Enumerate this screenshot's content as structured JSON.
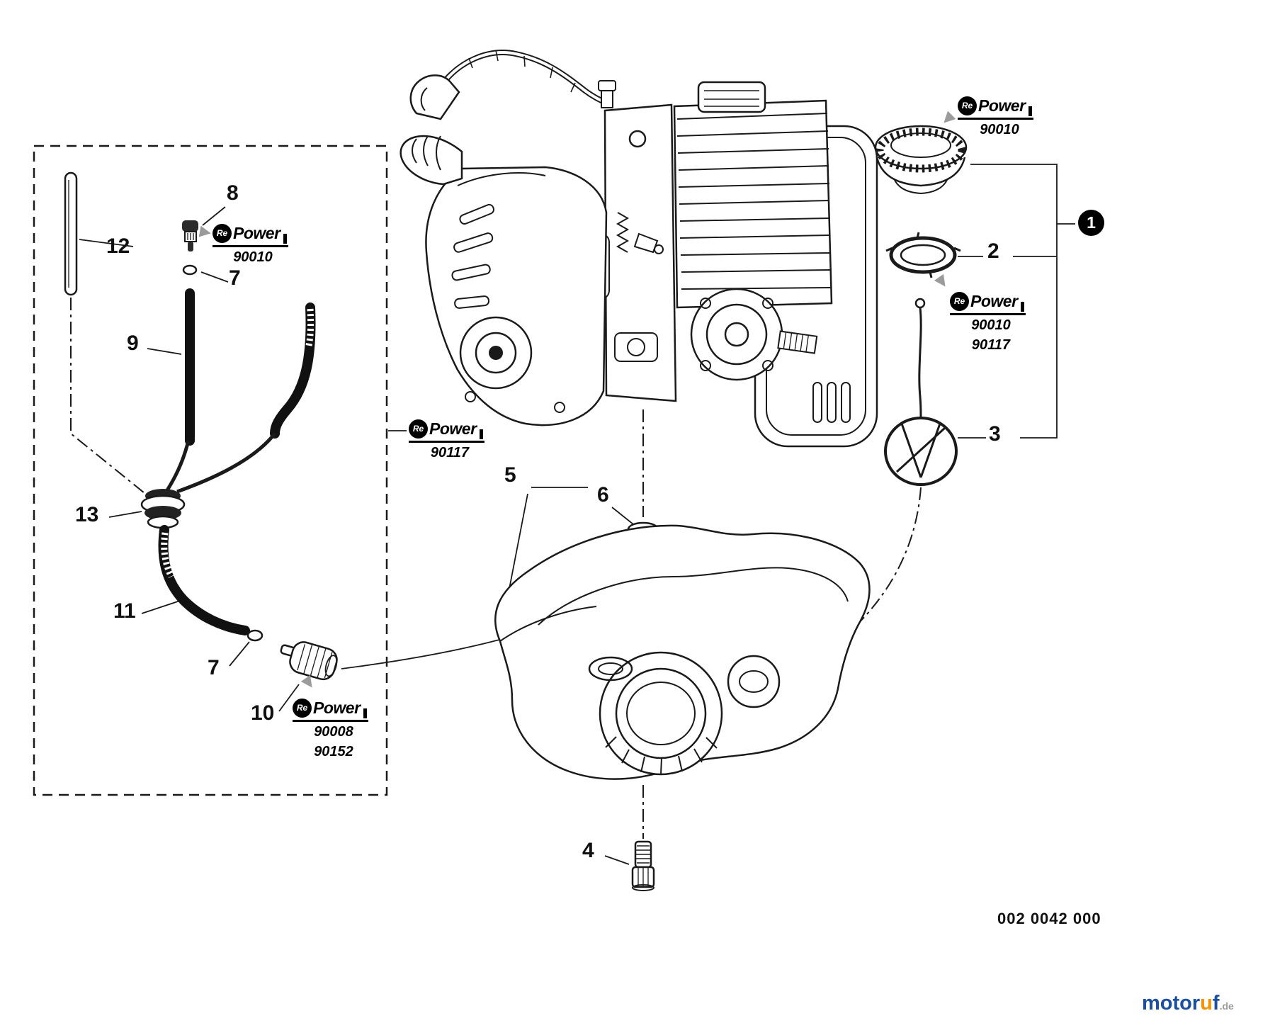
{
  "callouts": {
    "n1": "1",
    "n2": "2",
    "n3": "3",
    "n4": "4",
    "n5": "5",
    "n6": "6",
    "n7a": "7",
    "n7b": "7",
    "n8": "8",
    "n9": "9",
    "n10": "10",
    "n11": "11",
    "n12": "12",
    "n13": "13"
  },
  "badges": {
    "vent": {
      "re": "Re",
      "power": "Power",
      "numbers": [
        "90010"
      ]
    },
    "engine": {
      "re": "Re",
      "power": "Power",
      "numbers": [
        "90117"
      ]
    },
    "filter": {
      "re": "Re",
      "power": "Power",
      "numbers": [
        "90008",
        "90152"
      ]
    },
    "cap": {
      "re": "Re",
      "power": "Power",
      "numbers": [
        "90010"
      ]
    },
    "gasket": {
      "re": "Re",
      "power": "Power",
      "numbers": [
        "90010",
        "90117"
      ]
    }
  },
  "footer": {
    "part_code": "002 0042 000",
    "watermark": {
      "motor": "motor",
      "u": "u",
      "f": "f",
      "de": ".de"
    }
  }
}
